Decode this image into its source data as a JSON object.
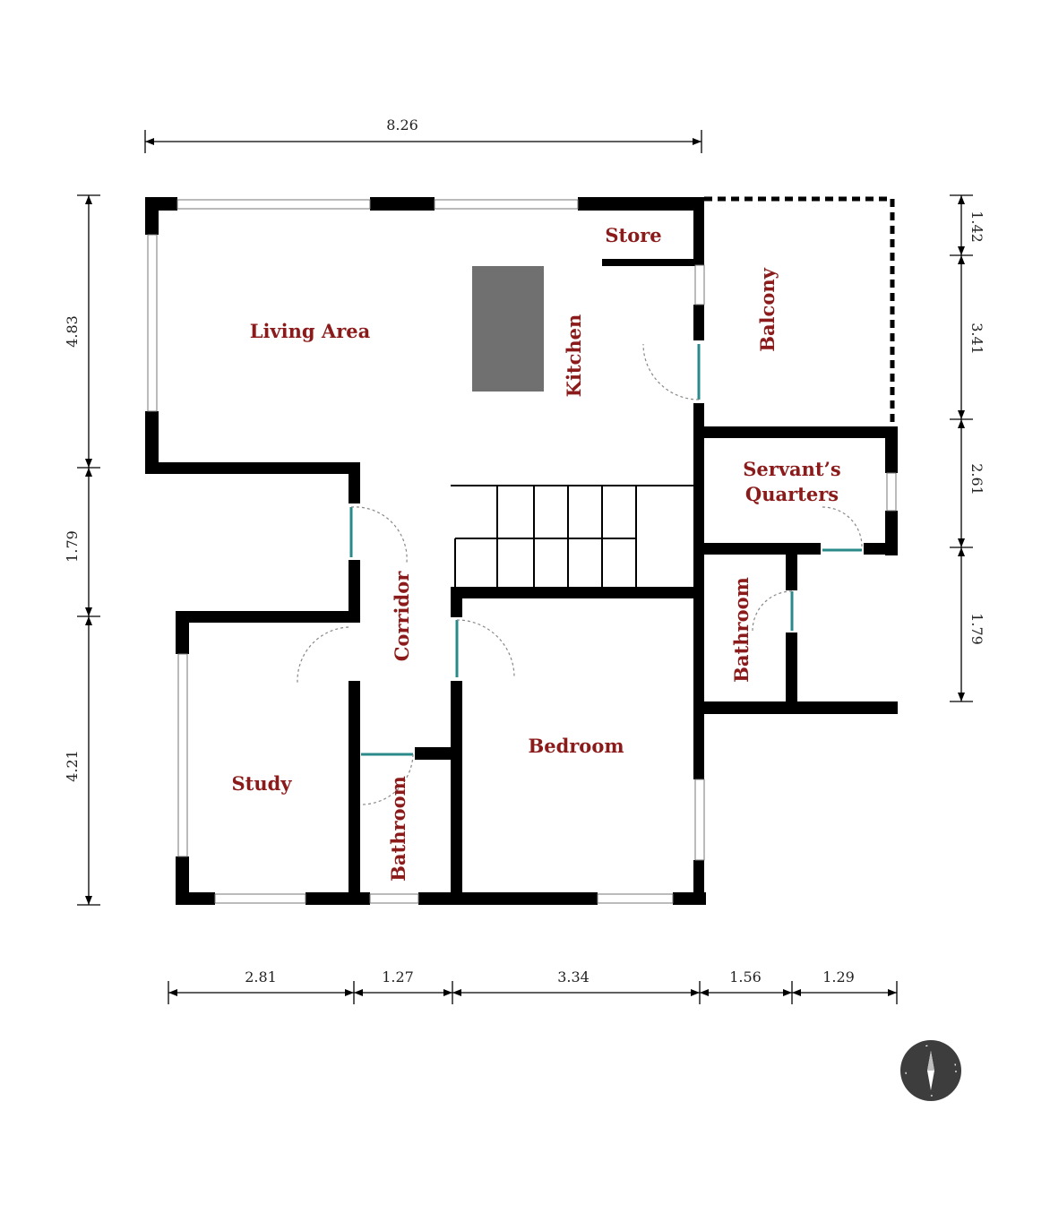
{
  "rooms": {
    "living_area": "Living Area",
    "store": "Store",
    "kitchen": "Kitchen",
    "balcony": "Balcony",
    "servants_quarters_line1": "Servant’s",
    "servants_quarters_line2": "Quarters",
    "corridor": "Corridor",
    "bathroom_right": "Bathroom",
    "bedroom": "Bedroom",
    "study": "Study",
    "bathroom_left": "Bathroom"
  },
  "dimensions": {
    "top": "8.26",
    "left": [
      "4.83",
      "1.79",
      "4.21"
    ],
    "right": [
      "1.42",
      "3.41",
      "2.61",
      "1.79"
    ],
    "bottom": [
      "2.81",
      "1.27",
      "3.34",
      "1.56",
      "1.29"
    ]
  },
  "compass": {
    "icon": "compass-icon"
  },
  "colors": {
    "room_label": "#8b1a1a",
    "door": "#2a8a8a",
    "island": "#707070"
  }
}
